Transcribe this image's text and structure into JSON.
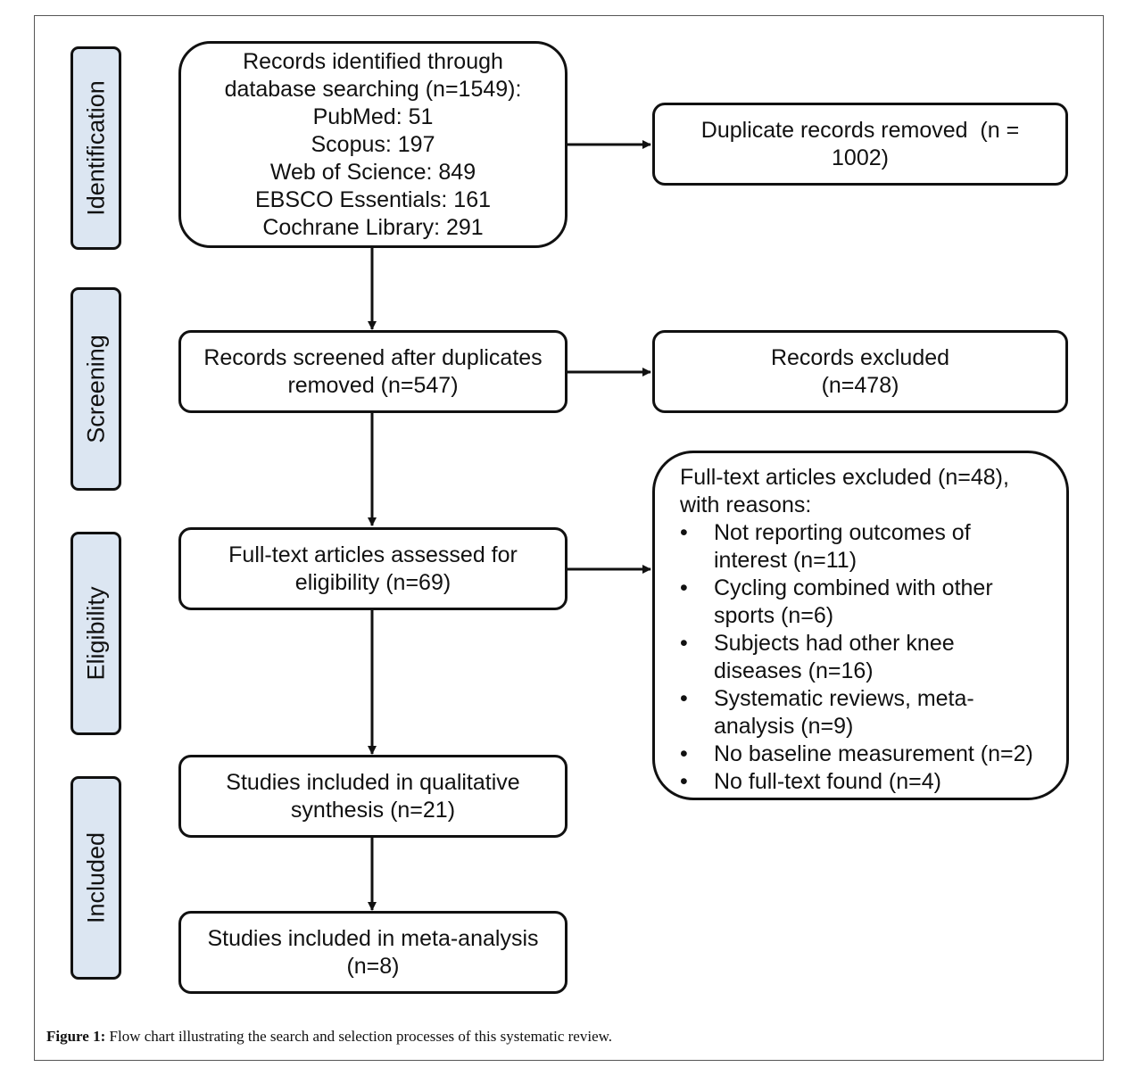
{
  "phases": {
    "identification": "Identification",
    "screening": "Screening",
    "eligibility": "Eligibility",
    "included": "Included"
  },
  "boxes": {
    "identified": [
      "Records identified through",
      "database searching (n=1549):",
      "PubMed: 51",
      "Scopus: 197",
      "Web of Science: 849",
      "EBSCO Essentials: 161",
      "Cochrane Library: 291"
    ],
    "duplicates": [
      "Duplicate records removed  (n =",
      "1002)"
    ],
    "screened": [
      "Records screened after duplicates",
      "removed (n=547)"
    ],
    "records_excluded": [
      "Records excluded",
      "(n=478)"
    ],
    "fulltext_assessed": [
      "Full-text articles assessed for",
      "eligibility (n=69)"
    ],
    "fulltext_excluded": {
      "heading": [
        "Full-text articles excluded (n=48),",
        "with reasons:"
      ],
      "reasons": [
        [
          "Not reporting outcomes of",
          "interest (n=11)"
        ],
        [
          "Cycling combined with other",
          "sports (n=6)"
        ],
        [
          "Subjects had other knee",
          "diseases (n=16)"
        ],
        [
          "Systematic reviews, meta-",
          "analysis (n=9)"
        ],
        [
          "No baseline measurement (n=2)"
        ],
        [
          "No full-text found (n=4)"
        ]
      ]
    },
    "qualitative": [
      "Studies included in qualitative",
      "synthesis (n=21)"
    ],
    "meta_analysis": [
      "Studies included in meta-analysis",
      "(n=8)"
    ]
  },
  "caption": {
    "label": "Figure 1:",
    "text": " Flow chart illustrating the search and selection processes of this systematic review."
  }
}
